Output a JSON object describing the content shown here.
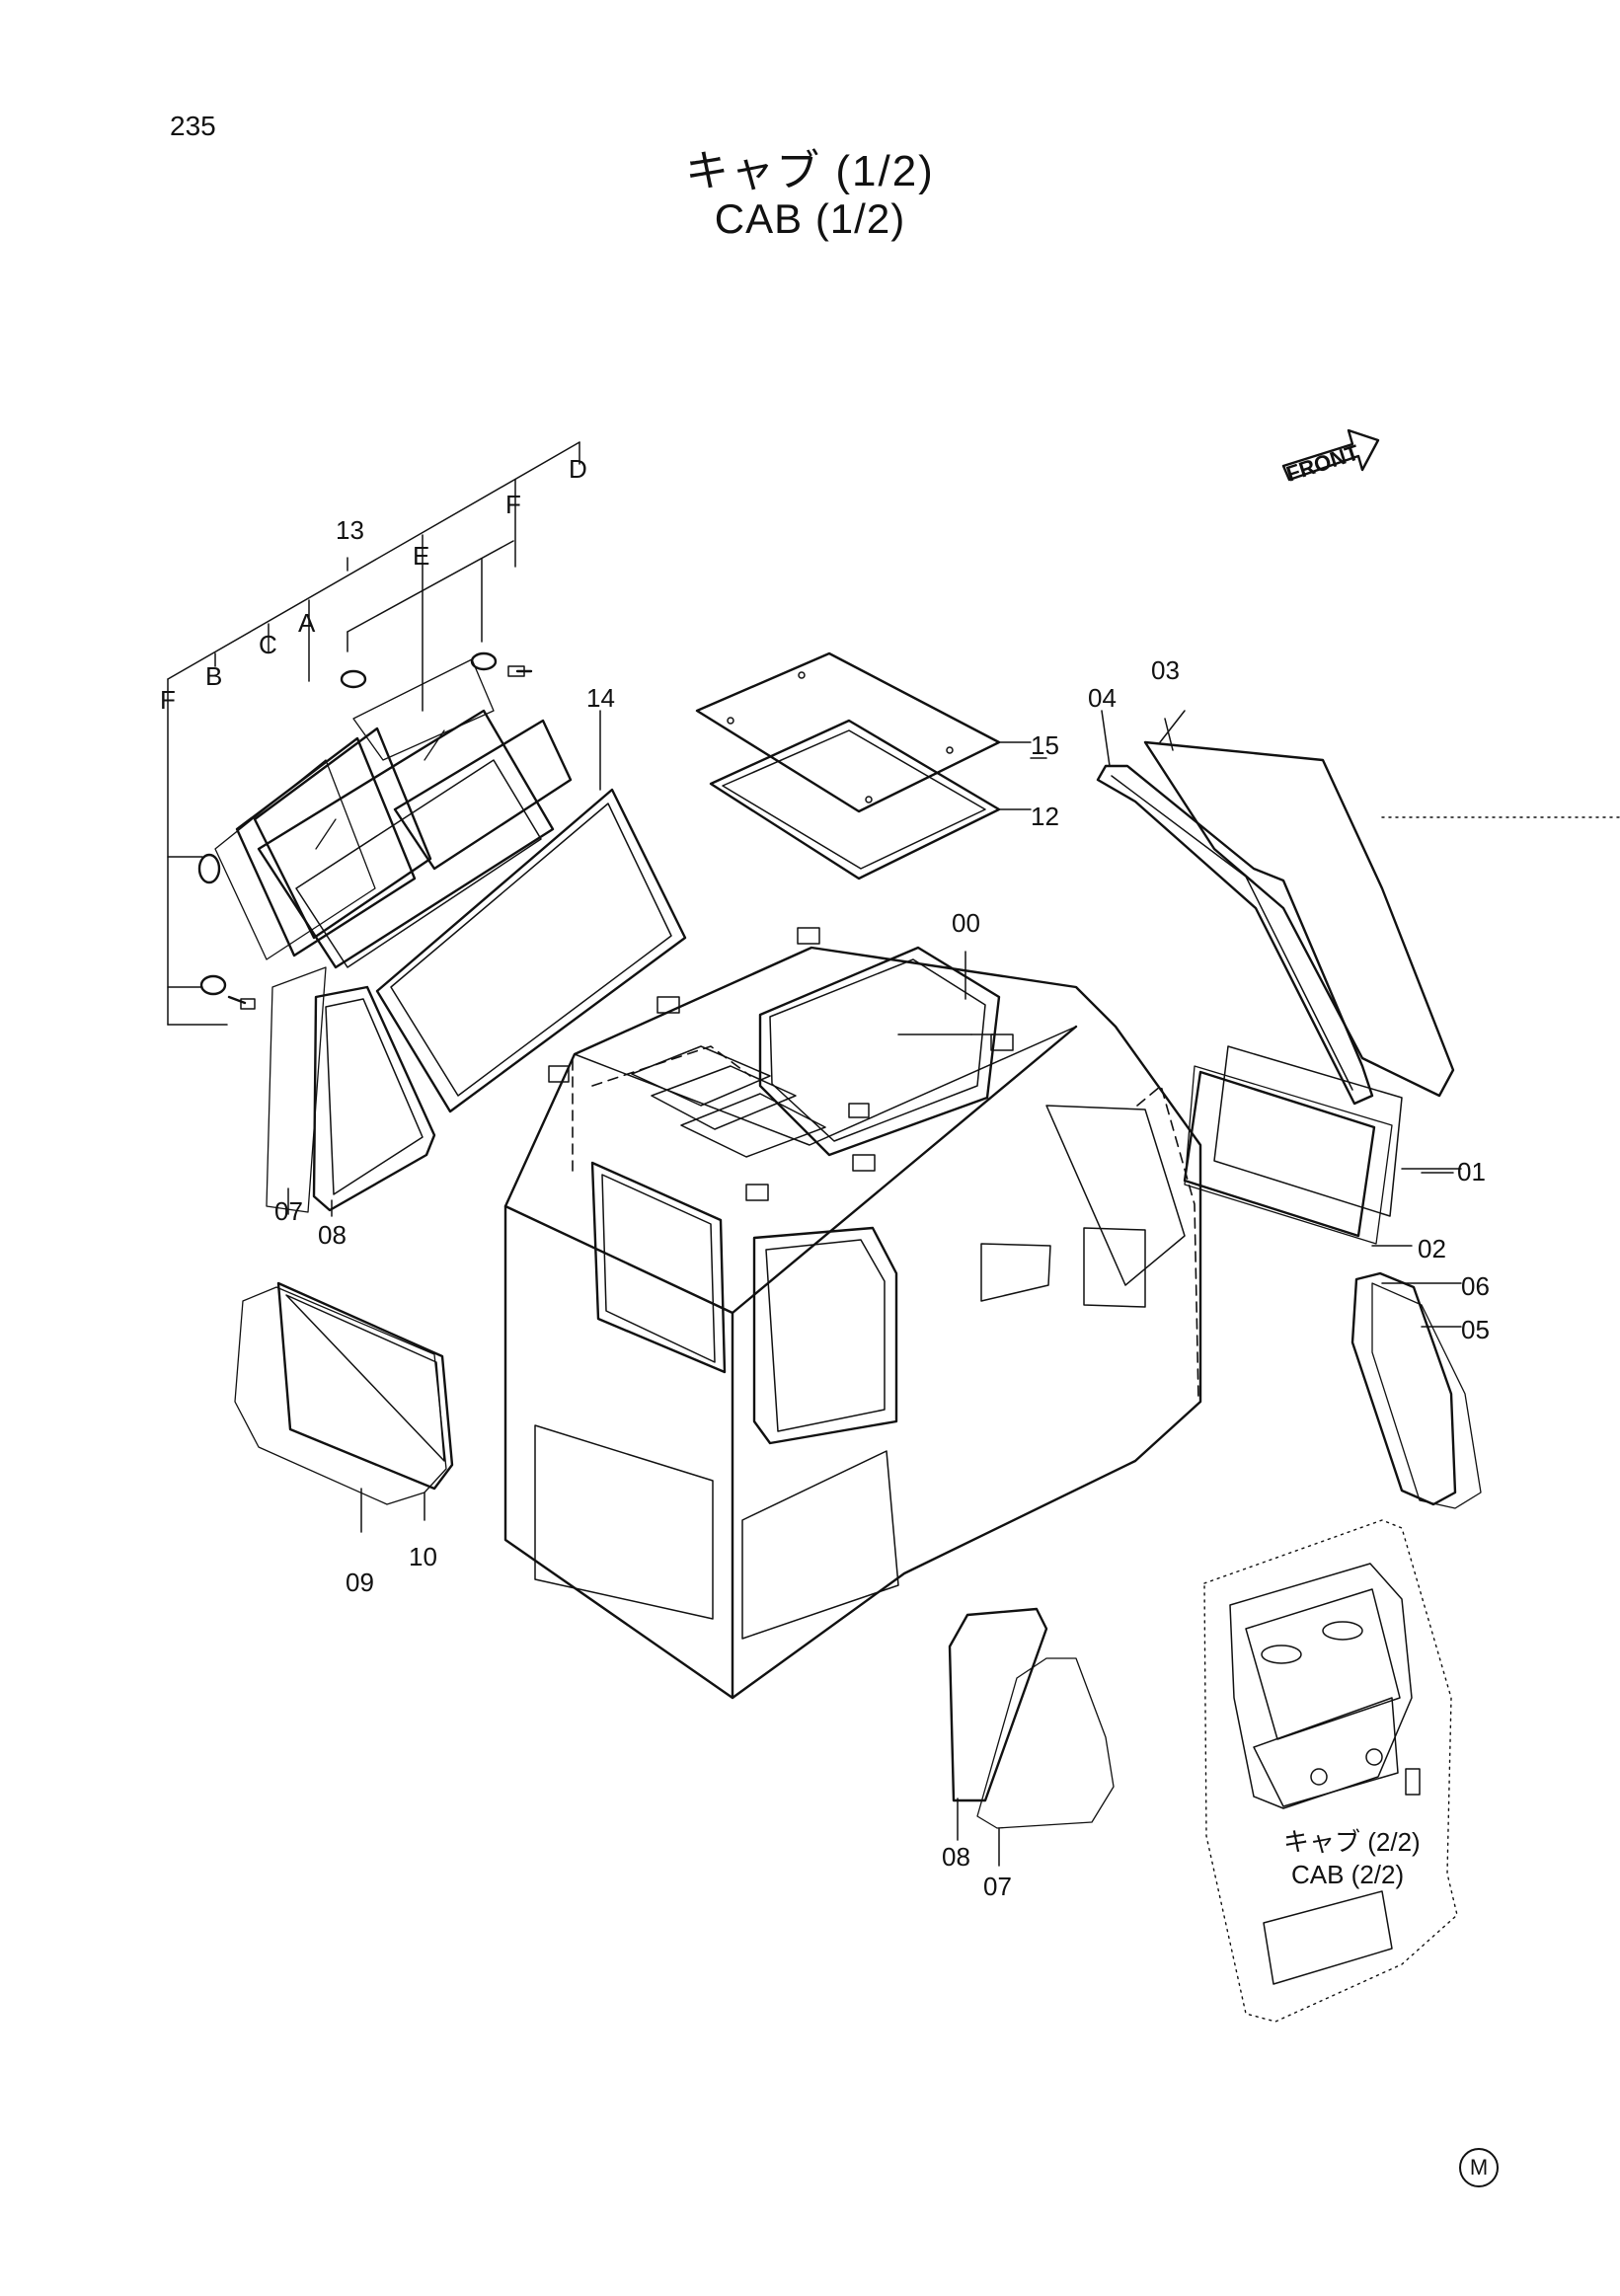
{
  "page_number": "235",
  "title_jp": "キャブ (1/2)",
  "title_en": "CAB (1/2)",
  "front_label": "FRONT",
  "callouts": {
    "p00": "00",
    "p01": "01",
    "p02": "02",
    "p03": "03",
    "p04": "04",
    "p05": "05",
    "p06": "06",
    "p07a": "07",
    "p08a": "08",
    "p09": "09",
    "p10": "10",
    "p12": "12",
    "p13": "13",
    "p14": "14",
    "p15": "15",
    "p07b": "07",
    "p08b": "08",
    "A": "A",
    "B": "B",
    "C": "C",
    "D": "D",
    "E": "E",
    "F1": "F",
    "F2": "F"
  },
  "reference": {
    "jp": "キャブ (2/2)",
    "en": "CAB (2/2)"
  },
  "mark": "M"
}
